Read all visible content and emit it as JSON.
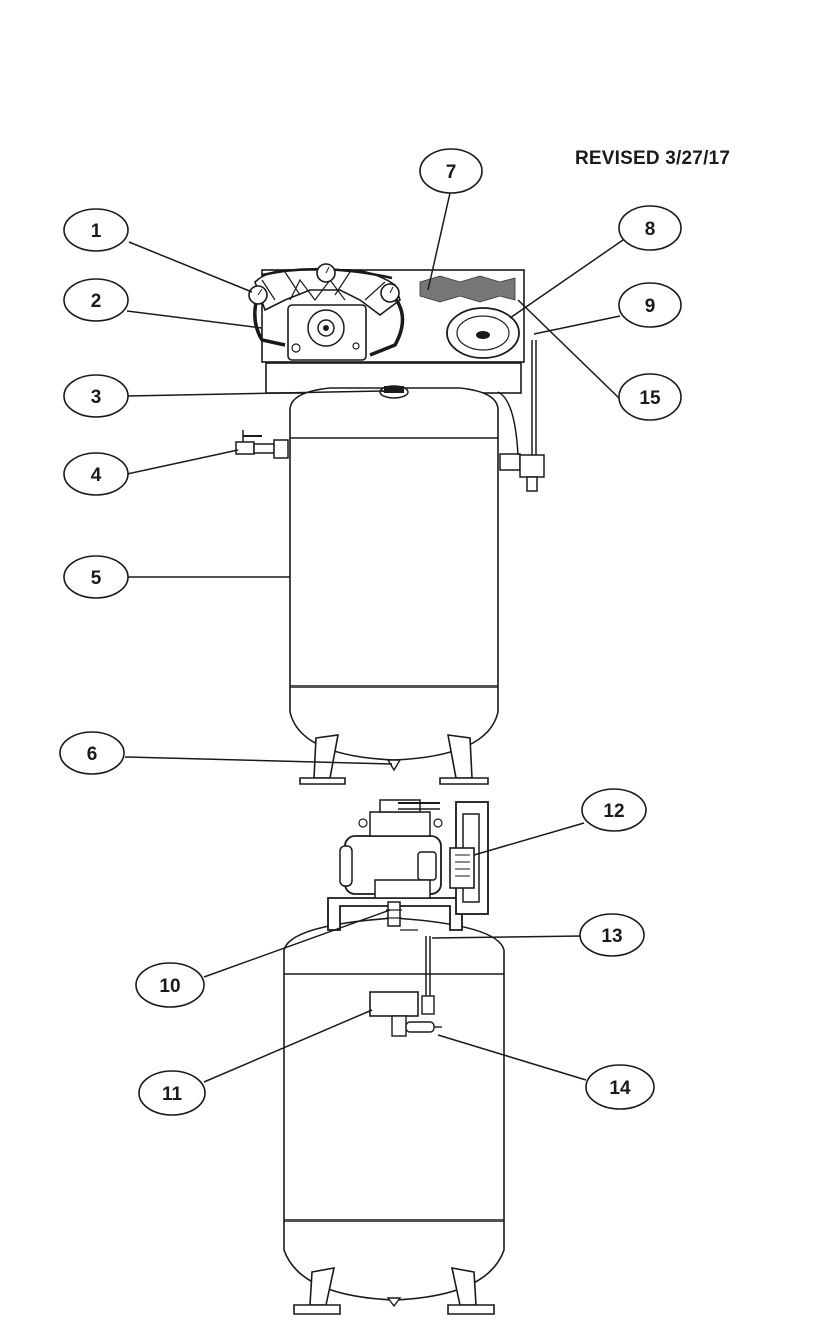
{
  "revision_note": "REVISED 3/27/17",
  "callouts": [
    {
      "number": "1"
    },
    {
      "number": "2"
    },
    {
      "number": "3"
    },
    {
      "number": "4"
    },
    {
      "number": "5"
    },
    {
      "number": "6"
    },
    {
      "number": "7"
    },
    {
      "number": "8"
    },
    {
      "number": "9"
    },
    {
      "number": "15"
    },
    {
      "number": "12"
    },
    {
      "number": "13"
    },
    {
      "number": "10"
    },
    {
      "number": "11"
    },
    {
      "number": "14"
    }
  ]
}
